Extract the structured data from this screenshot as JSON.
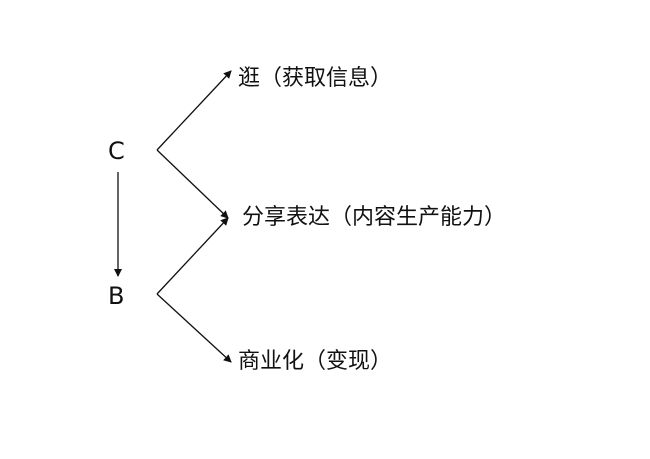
{
  "nodes": {
    "c": "C",
    "b": "B",
    "browse": "逛（获取信息）",
    "share": "分享表达（内容生产能力）",
    "commerce": "商业化（变现）"
  },
  "colors": {
    "line": "#111111",
    "text": "#111111",
    "background": "#ffffff"
  }
}
